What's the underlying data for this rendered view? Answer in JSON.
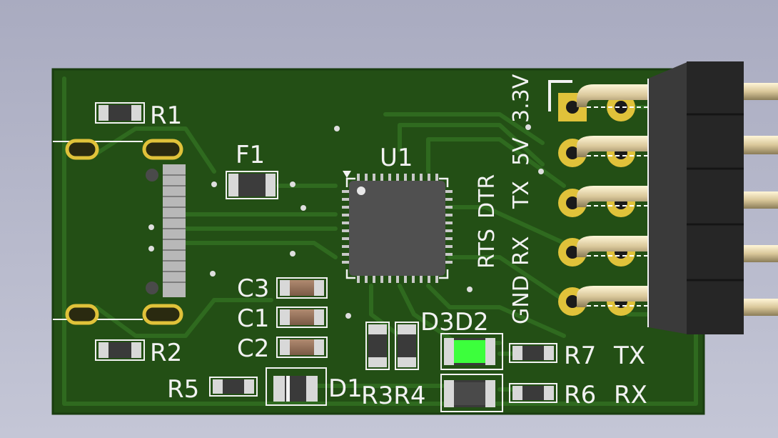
{
  "board": {
    "colors": {
      "background_top": "#a9abc0",
      "background_bottom": "#c2c4d4",
      "pcb": "#234f15",
      "pcb_edge": "#1b3f10",
      "trace": "#2f6a1f",
      "silkscreen": "#f2f2f2",
      "pad_gold": "#e0c23a",
      "ic_body": "#505050",
      "led_green": "#3cff3c",
      "header_body": "#2a2a2a",
      "pin_metal": "#e8dcb0"
    },
    "labels": {
      "r1": "R1",
      "r2": "R2",
      "r3r4": "R3R4",
      "r5": "R5",
      "r6": "R6",
      "r7": "R7",
      "f1": "F1",
      "u1": "U1",
      "c1": "C1",
      "c2": "C2",
      "c3": "C3",
      "d1": "D1",
      "d3d2": "D3D2",
      "tx_led": "TX",
      "rx_led": "RX"
    },
    "header_pins": [
      {
        "col1": "",
        "col2": "3.3V"
      },
      {
        "col1": "",
        "col2": "5V"
      },
      {
        "col1": "DTR",
        "col2": "TX"
      },
      {
        "col1": "RTS",
        "col2": "RX"
      },
      {
        "col1": "",
        "col2": "GND"
      }
    ]
  }
}
